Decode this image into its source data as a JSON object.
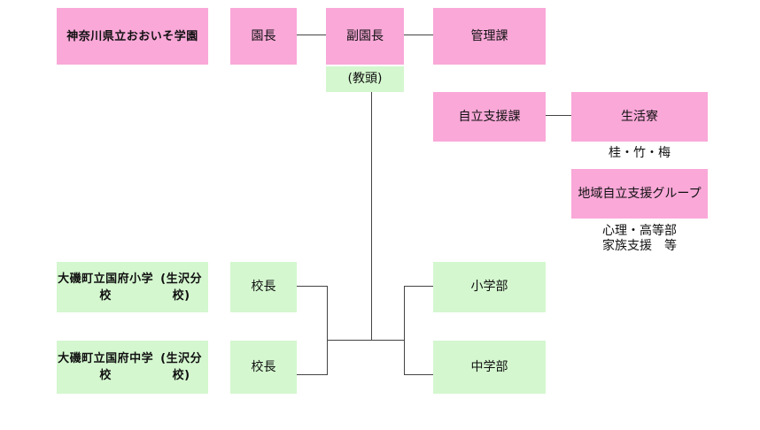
{
  "org": {
    "name": [
      "神奈川県立",
      "おおいそ学園"
    ],
    "director": "園長",
    "vice_director": "副園長",
    "head_teacher": "(教頭)",
    "admin_division": "管理課",
    "independence_division": "自立支援課",
    "dormitory": "生活寮",
    "dormitory_units": "桂・竹・梅",
    "support_group": [
      "地域自立支援",
      "グループ"
    ],
    "support_group_roles": [
      "心理・高等部",
      "家族支援　等"
    ],
    "elementary_school": [
      "大磯町立国府小学校",
      "(生沢分校)"
    ],
    "junior_high_school": [
      "大磯町立国府中学校",
      "(生沢分校)"
    ],
    "principal_elementary": "校長",
    "principal_junior": "校長",
    "elementary_dept": "小学部",
    "junior_high_dept": "中学部"
  }
}
